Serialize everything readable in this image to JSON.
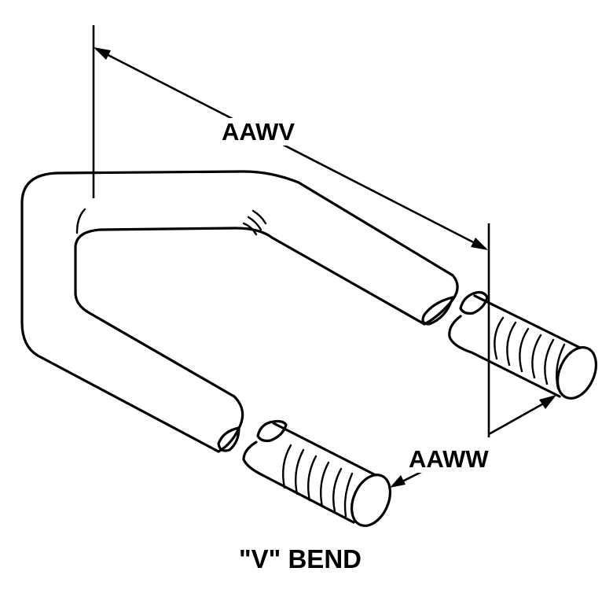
{
  "figure": {
    "dimension_labels": {
      "overall_length": "AAWV",
      "thread_length": "AAWW"
    },
    "caption": "\"V\" BEND"
  }
}
